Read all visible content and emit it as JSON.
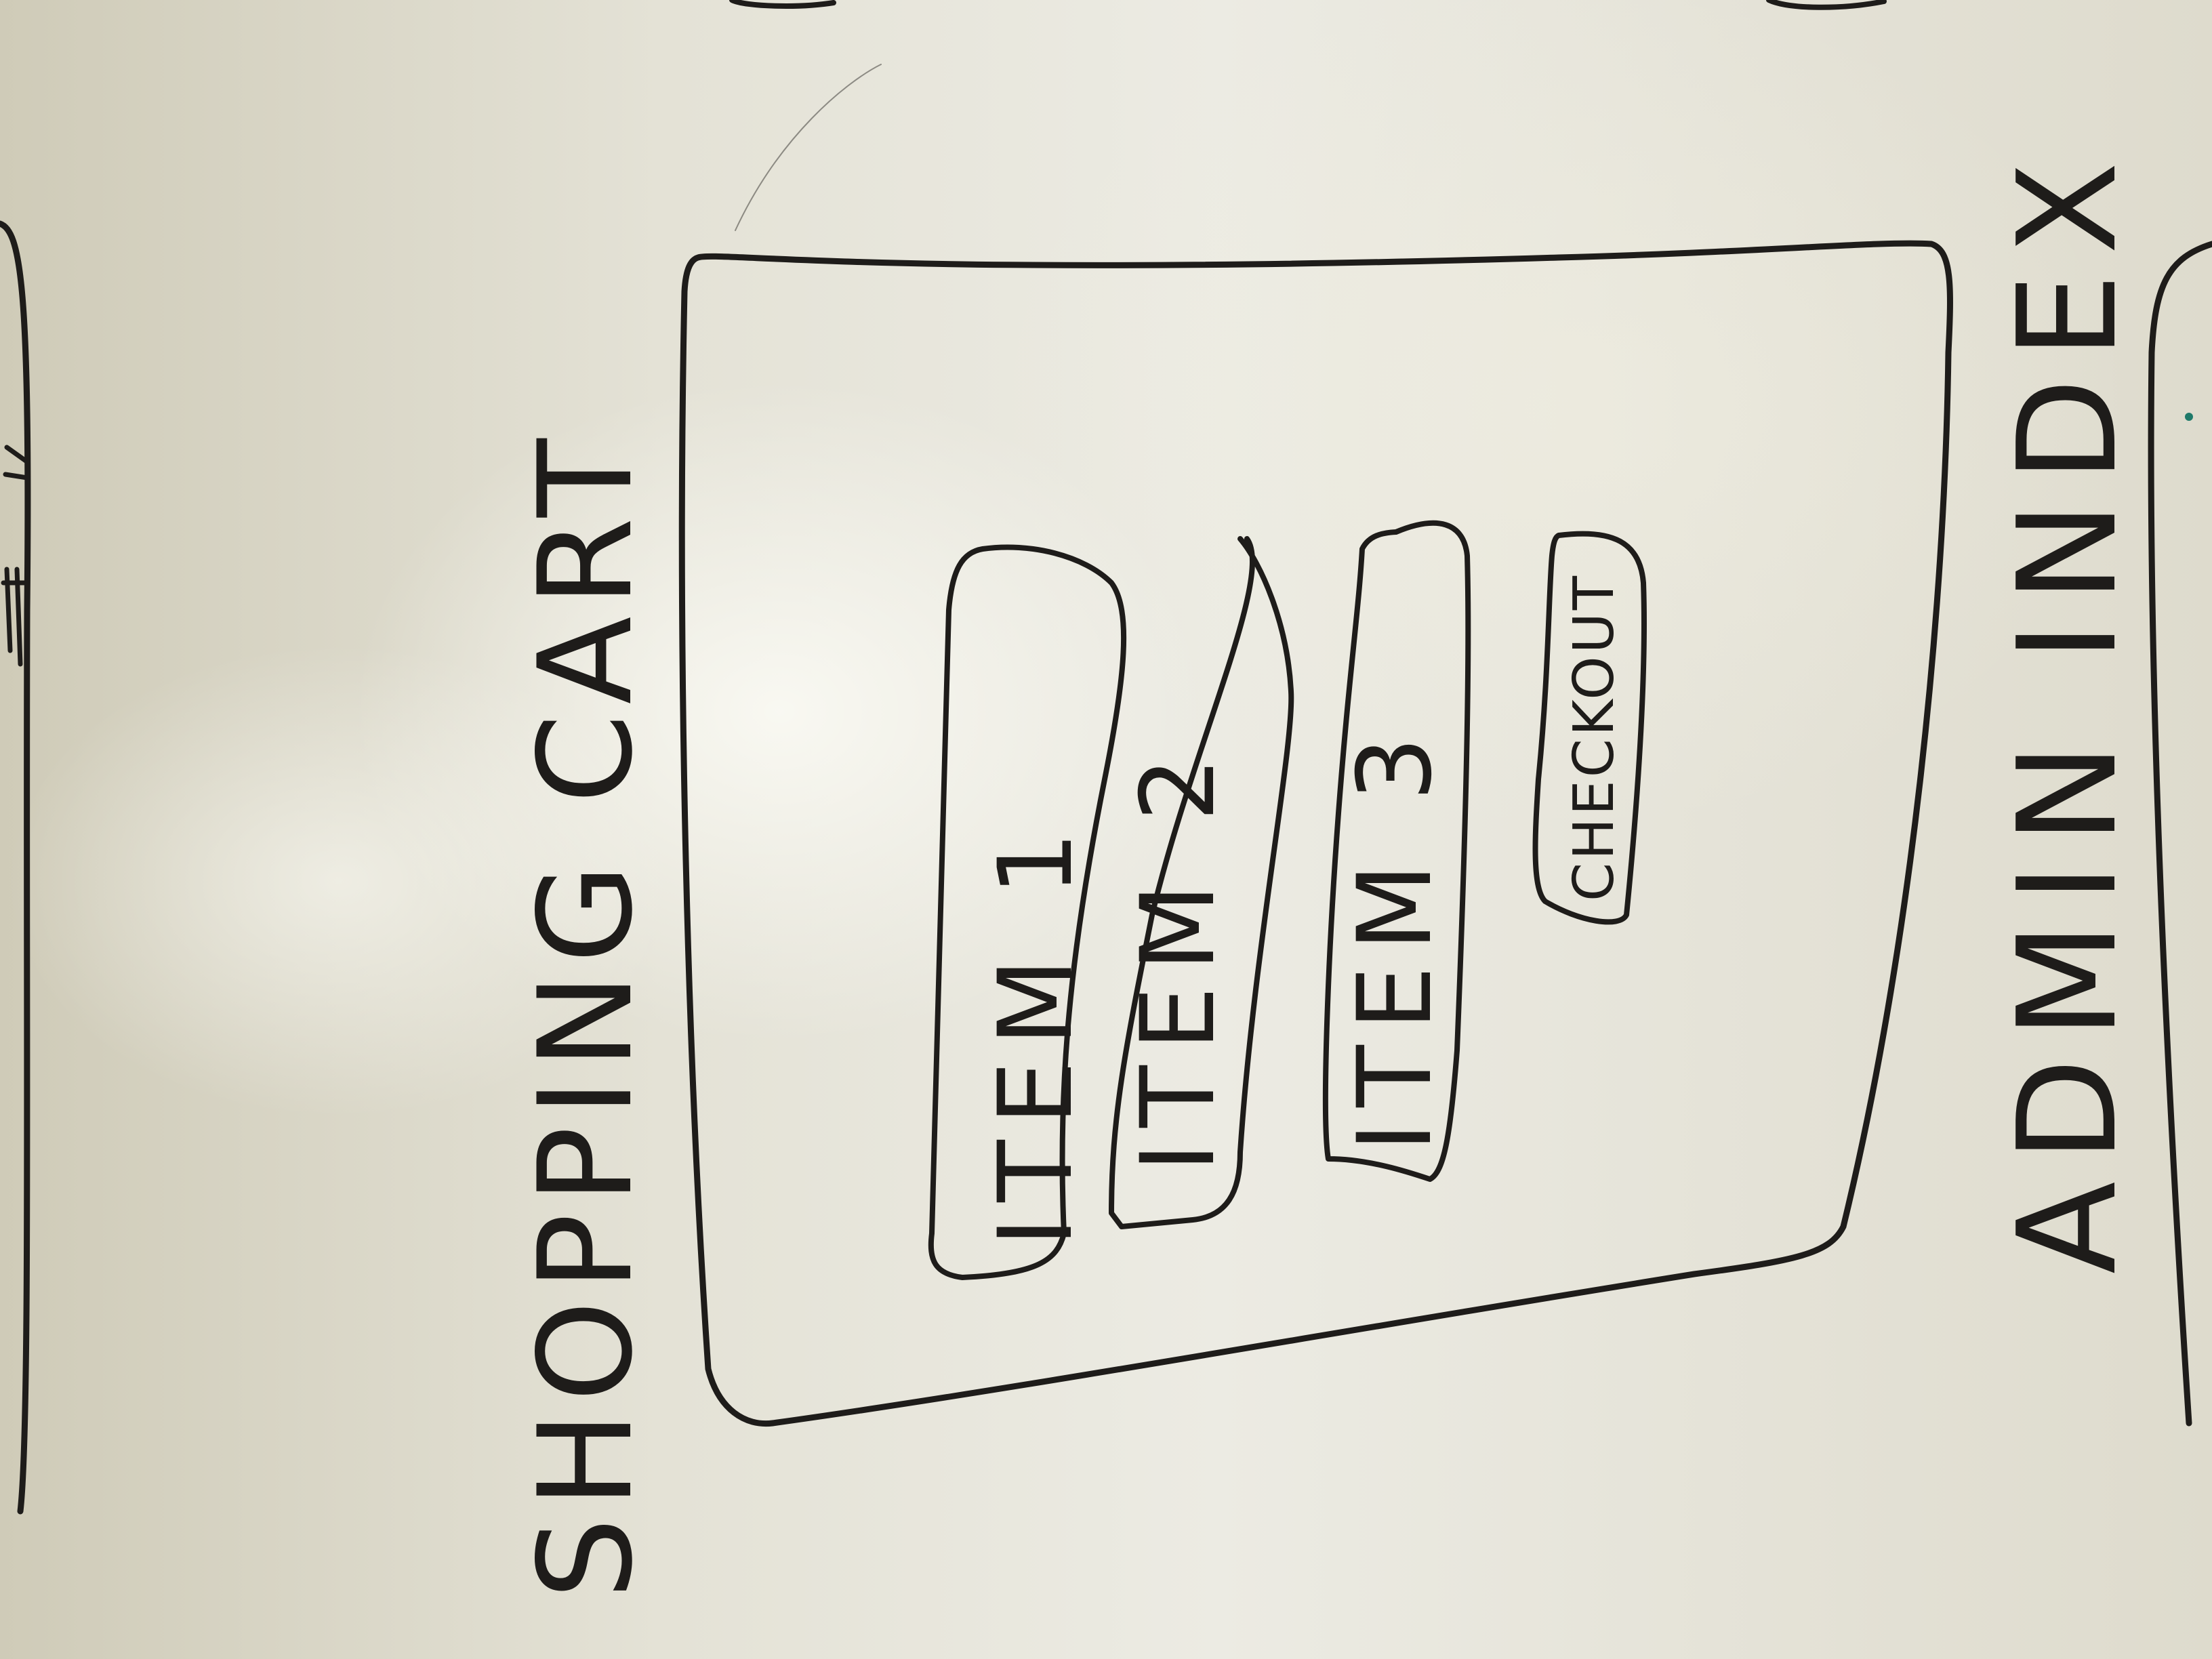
{
  "screen": {
    "title": "SHOPPING CART",
    "items": [
      {
        "label": "ITEM 1"
      },
      {
        "label": "ITEM 2"
      },
      {
        "label": "ITEM 3"
      }
    ],
    "checkout_label": "CHECKOUT"
  },
  "next_screen": {
    "title": "ADMIN INDEX"
  },
  "colors": {
    "ink": "#1e1c1a",
    "board": "#e4e2d6"
  }
}
